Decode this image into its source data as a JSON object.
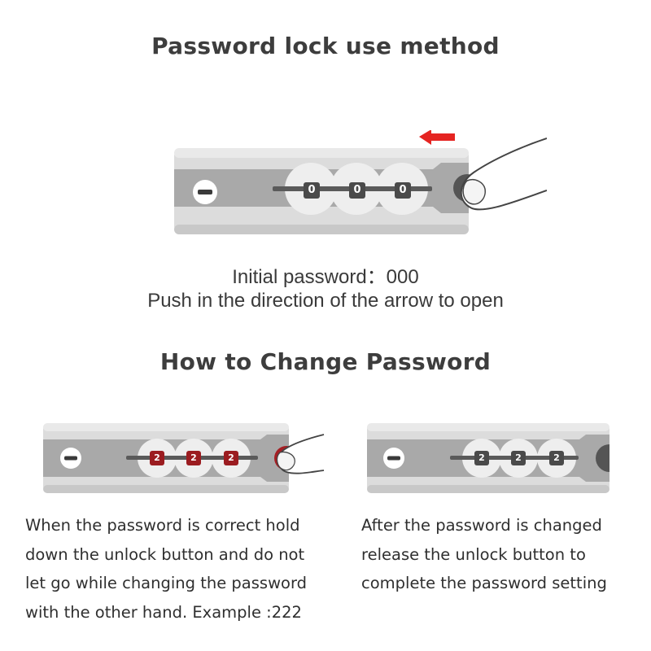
{
  "headings": {
    "use_method": "Password lock use method",
    "change_password": "How to Change Password"
  },
  "captions": {
    "initial_password": "Initial password：000",
    "push_direction": "Push in the direction of the arrow to open"
  },
  "main_lock": {
    "digits": [
      "0",
      "0",
      "0"
    ],
    "arrow_direction": "left",
    "arrow_color": "#e52421"
  },
  "step_lock_hold": {
    "digits": [
      "2",
      "2",
      "2"
    ],
    "digit_color": "#9b1c20"
  },
  "step_lock_release": {
    "digits": [
      "2",
      "2",
      "2"
    ],
    "digit_color": "#4a4a4a"
  },
  "notes": {
    "left": [
      "When the password is correct hold",
      "down the unlock button and do not",
      "let go while changing the password",
      "with the other hand. Example :222"
    ],
    "right": [
      "After the password is changed",
      "release the unlock button to",
      "complete the password setting"
    ]
  },
  "icons": {
    "arrow": "arrow-left-icon",
    "finger": "finger-icon",
    "keyhole": "keyhole-icon"
  }
}
